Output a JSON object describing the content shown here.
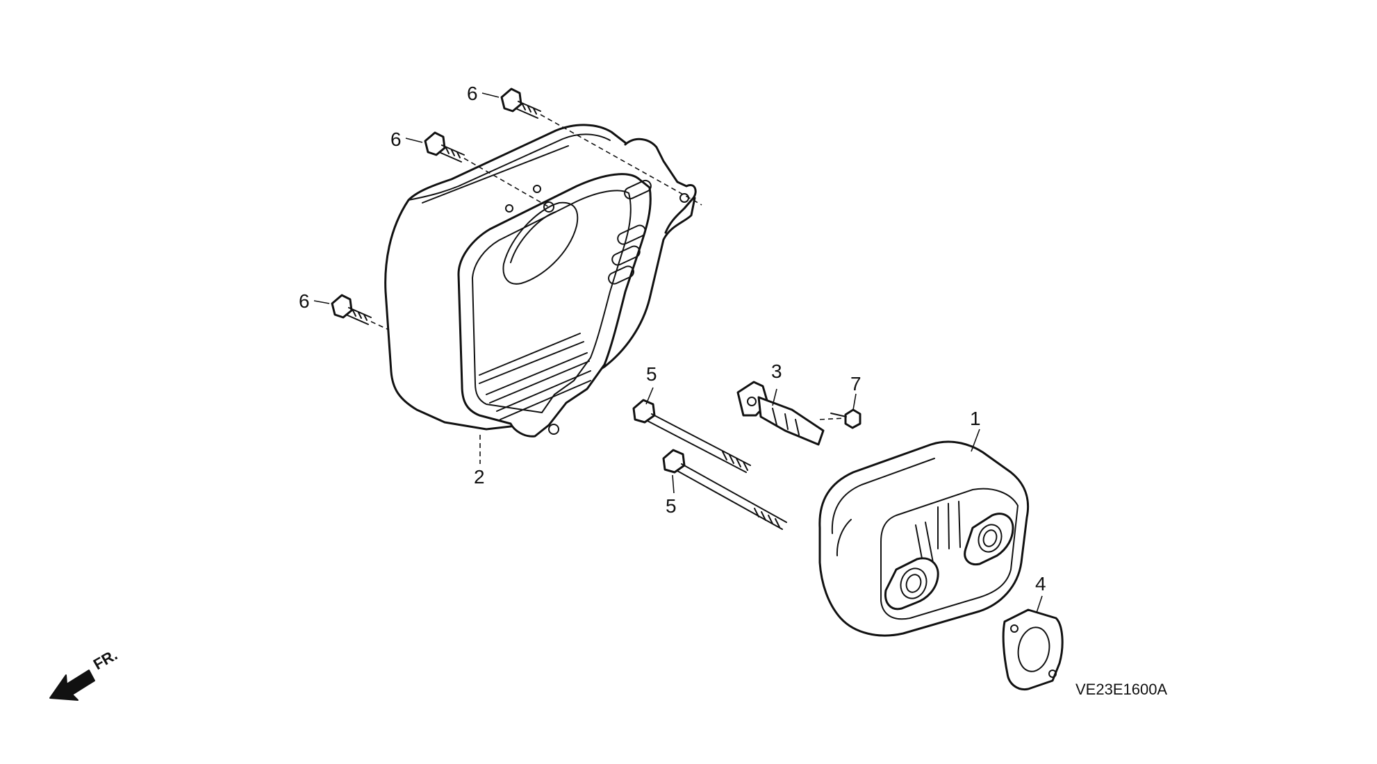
{
  "callouts": {
    "part_1": "1",
    "part_2": "2",
    "part_3": "3",
    "part_4": "4",
    "part_5_upper": "5",
    "part_5_lower": "5",
    "part_6_top": "6",
    "part_6_middle": "6",
    "part_6_left": "6",
    "part_7": "7"
  },
  "direction_marker": {
    "label": "FR.",
    "icon": "front-direction-arrow-icon"
  },
  "diagram_code": "VE23E1600A",
  "colors": {
    "line": "#111111",
    "background": "#ffffff"
  }
}
